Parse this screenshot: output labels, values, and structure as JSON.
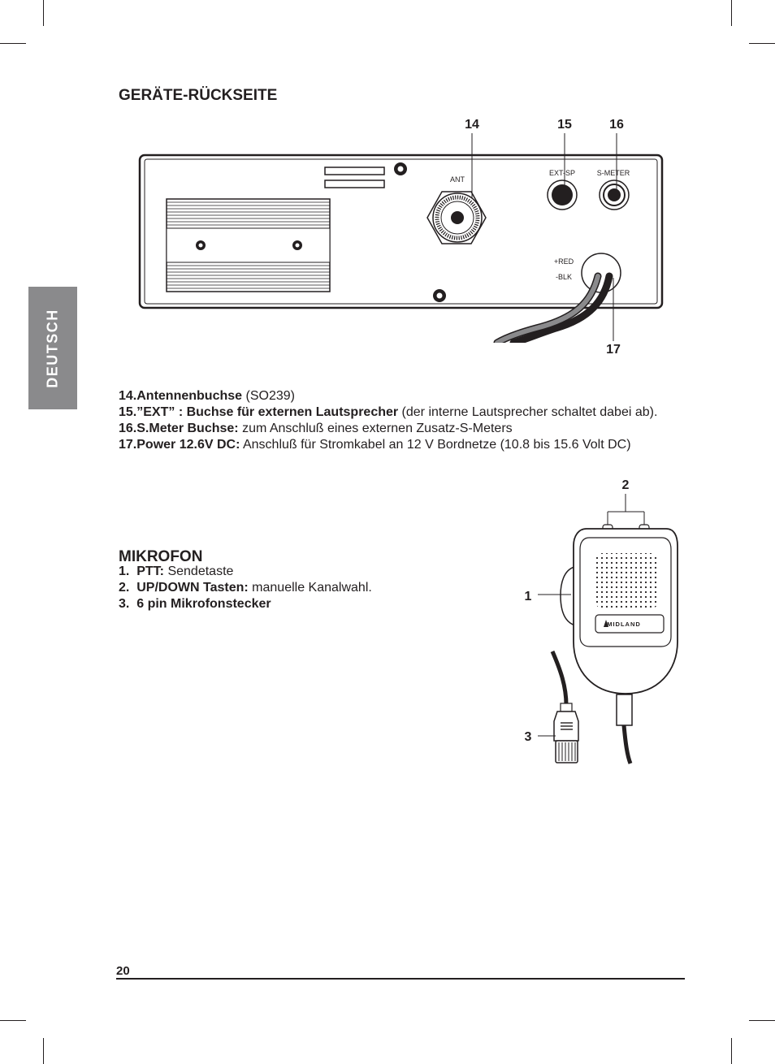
{
  "side_tab": {
    "label": "DEUTSCH"
  },
  "rear": {
    "title": "GERÄTE-RÜCKSEITE",
    "callouts": {
      "c14": "14",
      "c15": "15",
      "c16": "16",
      "c17": "17"
    },
    "panel_labels": {
      "ant": "ANT",
      "ext_sp": "EXT-SP",
      "s_meter": "S-METER",
      "red": "+RED",
      "blk": "-BLK"
    },
    "items": [
      {
        "num": "14.",
        "bold": "Antennenbuchse",
        "text": " (SO239)"
      },
      {
        "num": "15.",
        "bold": "”EXT” : Buchse für externen Lautsprecher",
        "text": " (der interne Lautsprecher schaltet dabei ab)."
      },
      {
        "num": "16.",
        "bold": "S.Meter Buchse:",
        "text": " zum Anschluß eines externen Zusatz-S-Meters"
      },
      {
        "num": "17.",
        "bold": "Power 12.6V DC:",
        "text": "  Anschluß für Stromkabel an 12 V Bordnetze (10.8 bis 15.6 Volt DC)"
      }
    ]
  },
  "mic": {
    "title": "MIKROFON",
    "callouts": {
      "c1": "1",
      "c2": "2",
      "c3": "3"
    },
    "brand": "MIDLAND",
    "items": [
      {
        "num": "1.",
        "bold": "PTT:",
        "text": " Sendetaste"
      },
      {
        "num": "2.",
        "bold": "UP/DOWN Tasten:",
        "text": " manuelle Kanalwahl."
      },
      {
        "num": "3.",
        "bold": "6 pin Mikrofonstecker",
        "text": ""
      }
    ]
  },
  "footer": {
    "page_number": "20"
  }
}
